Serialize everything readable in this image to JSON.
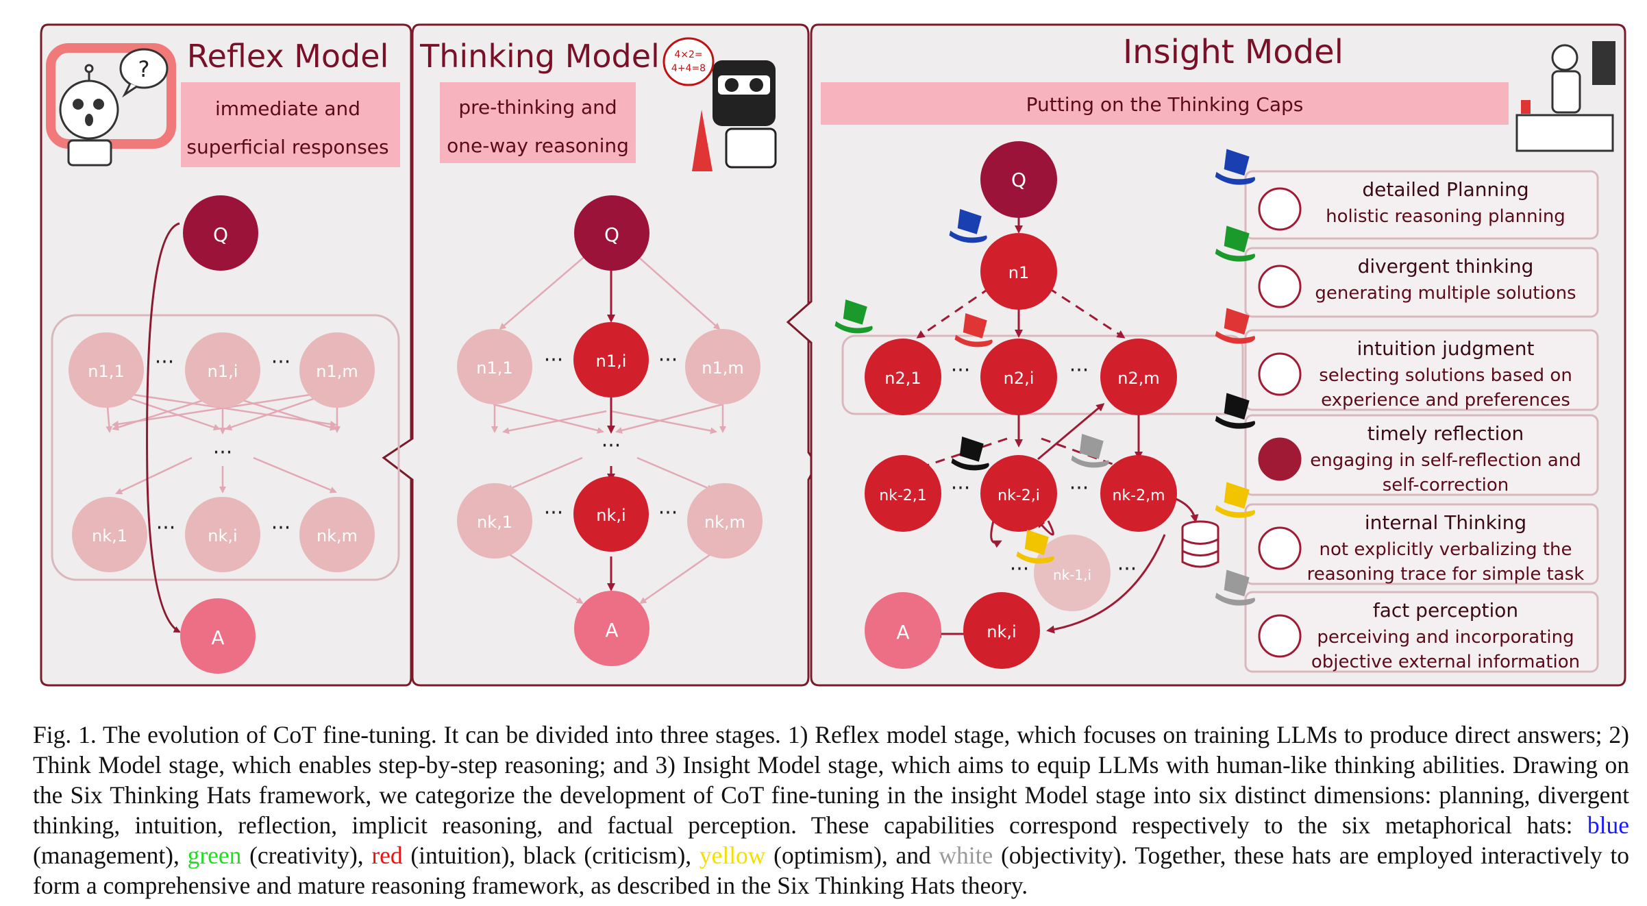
{
  "reflex": {
    "title": "Reflex Model",
    "subtitle_line1": "immediate and",
    "subtitle_line2": "superficial responses",
    "bubble": "?",
    "node_q": "Q",
    "node_a": "A",
    "row1": [
      "n1,1",
      "n1,i",
      "n1,m"
    ],
    "row2": [
      "nk,1",
      "nk,i",
      "nk,m"
    ]
  },
  "thinking": {
    "title": "Thinking Model",
    "subtitle_line1": "pre-thinking and",
    "subtitle_line2": "one-way reasoning",
    "board_line1": "4×2=",
    "board_line2": "4+4=8",
    "node_q": "Q",
    "node_a": "A",
    "row1": [
      "n1,1",
      "n1,i",
      "n1,m"
    ],
    "row2": [
      "nk,1",
      "nk,i",
      "nk,m"
    ]
  },
  "insight": {
    "title": "Insight Model",
    "banner": "Putting on the Thinking Caps",
    "node_q": "Q",
    "node_n1": "n1",
    "row2": [
      "n2,1",
      "n2,i",
      "n2,m"
    ],
    "rowk2": [
      "nk-2,1",
      "nk-2,i",
      "nk-2,m"
    ],
    "node_k1": "nk-1,i",
    "node_ki": "nk,i",
    "node_a": "A",
    "hats": [
      {
        "color": "blue",
        "title": "detailed Planning",
        "lines": [
          "holistic reasoning planning"
        ],
        "icon": "route-icon"
      },
      {
        "color": "green",
        "title": "divergent thinking",
        "lines": [
          "generating multiple solutions"
        ],
        "icon": "head-network-icon"
      },
      {
        "color": "red",
        "title": "intuition judgment",
        "lines": [
          "selecting solutions based on",
          "experience and preferences"
        ],
        "icon": "heart-icon"
      },
      {
        "color": "black",
        "title": "timely reflection",
        "lines": [
          "engaging in self-reflection and",
          "self-correction"
        ],
        "icon": "question-bubble-icon"
      },
      {
        "color": "yellow",
        "title": "internal Thinking",
        "lines": [
          "not explicitly verbalizing the",
          "reasoning trace for simple task"
        ],
        "icon": "brain-icon"
      },
      {
        "color": "white",
        "title": "fact perception",
        "lines": [
          "perceiving and incorporating",
          "objective external information"
        ],
        "icon": "database-icon"
      }
    ]
  },
  "colors": {
    "frame": "#7a1a2a",
    "panel_bg": "#efedee",
    "title": "#7a1028",
    "node_q": "#9c1339",
    "node_active": "#d11f2b",
    "node_pale": "#e8b7b9",
    "node_a": "#ec6f86",
    "banner": "#f7b4be",
    "hat_blue": "#1a3fb0",
    "hat_green": "#1a9a2a",
    "hat_red": "#e03535",
    "hat_black": "#111111",
    "hat_yellow": "#f2c400",
    "hat_white": "#9a9a9a"
  },
  "caption": {
    "p1": "Fig. 1.   The evolution of CoT fine-tuning. It can be divided into three stages. 1) Reflex model stage, which focuses on training LLMs to produce direct answers; 2) Think Model stage, which enables step-by-step reasoning; and 3) Insight Model stage, which aims to equip LLMs with human-like thinking abilities. Drawing on the Six Thinking Hats framework, we categorize the development of CoT fine-tuning in the insight Model stage into six distinct dimensions: planning, divergent thinking, intuition, reflection, implicit reasoning, and factual perception. These capabilities correspond respectively to the six metaphorical hats: ",
    "blue": "blue",
    "t1": " (management), ",
    "green": "green",
    "t2": " (creativity), ",
    "red": "red",
    "t3": " (intuition), black (criticism), ",
    "yellow": "yellow",
    "t4": " (optimism), and ",
    "white": "white",
    "t5": " (objectivity). Together, these hats are employed interactively to form a comprehensive and mature reasoning framework, as described in the Six Thinking Hats theory."
  }
}
